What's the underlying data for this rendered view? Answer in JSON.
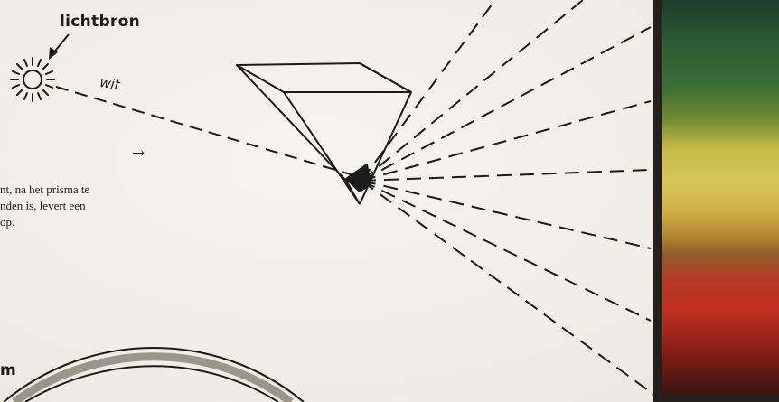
{
  "labels": {
    "light_source": "lichtbron",
    "white_ray": "wit",
    "arrow": "→",
    "corner_fragment": "m"
  },
  "caption": {
    "line1": "nt, na het prisma te",
    "line2": "nden is, levert een",
    "line3": "op."
  },
  "colors": {
    "ink": "#1b1b1b",
    "paper": "#f1efe7",
    "spectrum_top": "#1f3b2a",
    "spectrum_green": "#3b6e35",
    "spectrum_yellow": "#d6c656",
    "spectrum_red": "#c1301f",
    "spectrum_bottom": "#3a1410"
  },
  "icons": {
    "light_source": "sun-icon",
    "prism": "prism-icon"
  }
}
